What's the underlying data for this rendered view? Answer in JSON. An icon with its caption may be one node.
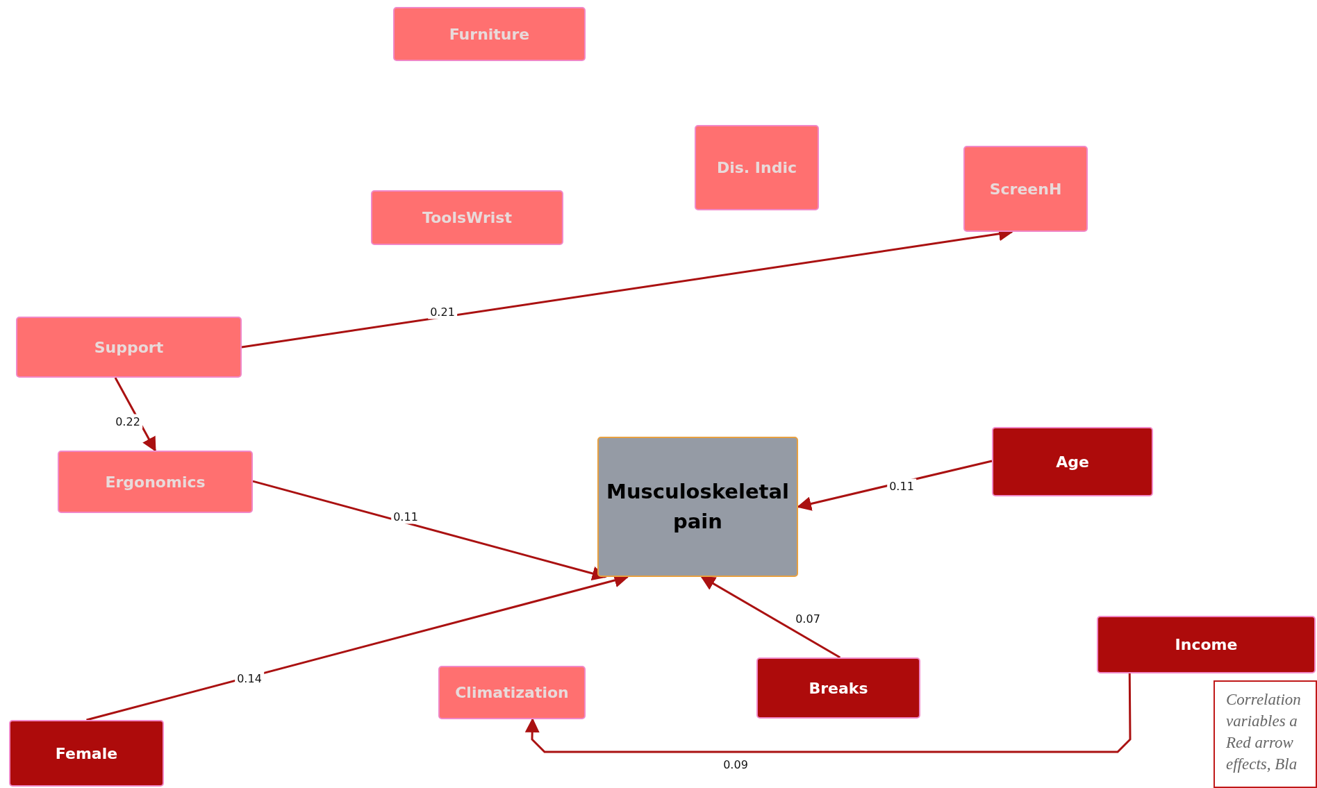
{
  "diagram": {
    "nodes": [
      {
        "text": [
          "Furniture"
        ]
      },
      {
        "text": [
          "Dis. Indic"
        ]
      },
      {
        "text": [
          "ScreenH"
        ]
      },
      {
        "text": [
          "ToolsWrist"
        ]
      },
      {
        "text": [
          "Support"
        ]
      },
      {
        "text": [
          "Ergonomics"
        ]
      },
      {
        "text": [
          "Musculoskeletal pain"
        ]
      },
      {
        "text": [
          "Age"
        ]
      },
      {
        "text": [
          "Income"
        ]
      },
      {
        "text": [
          "Breaks"
        ]
      },
      {
        "text": [
          "Climatization"
        ]
      },
      {
        "text": [
          "Female"
        ]
      }
    ],
    "edges": [
      {
        "from": 4,
        "to": 2,
        "arrow": "to",
        "label": "0.21"
      },
      {
        "from": 4,
        "to": 5,
        "arrow": "to",
        "label": "0.22"
      },
      {
        "from": 5,
        "to": 6,
        "arrow": "to",
        "label": "0.11"
      },
      {
        "from": 11,
        "to": 6,
        "arrow": "to",
        "label": "0.14"
      },
      {
        "from": 7,
        "to": 6,
        "arrow": "to",
        "label": "0.11"
      },
      {
        "from": 9,
        "to": 6,
        "arrow": "to",
        "label": "0.07"
      },
      {
        "from": 8,
        "to": 10,
        "arrow": "to",
        "label": "0.09"
      }
    ],
    "labels": [
      "Correlation variables a Red arrow effects, Bla"
    ]
  }
}
